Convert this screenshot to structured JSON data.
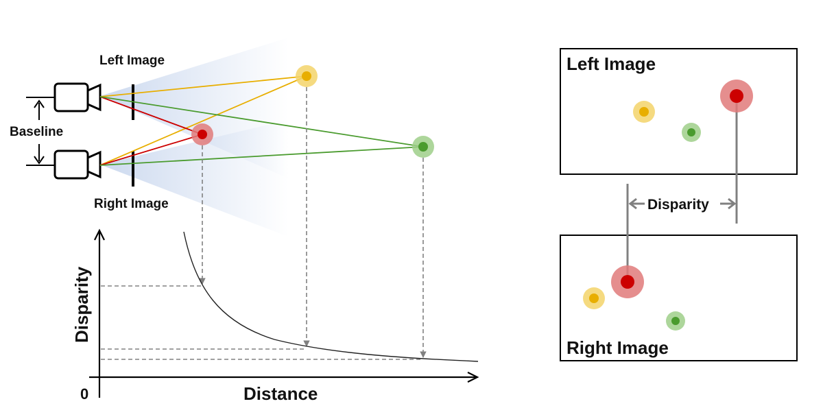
{
  "diagram": {
    "left_image_label": "Left Image",
    "right_image_label": "Right Image",
    "baseline_label": "Baseline",
    "disparity_label": "Disparity",
    "graph": {
      "y_axis_label": "Disparity",
      "x_axis_label": "Distance",
      "origin_label": "0"
    },
    "panels": {
      "left_title": "Left Image",
      "right_title": "Right Image"
    },
    "colors": {
      "red": "#cc0000",
      "red_halo": "#e07a7a",
      "yellow": "#e8ae00",
      "yellow_halo": "#f3d36a",
      "green": "#4a9b2e",
      "green_halo": "#9fcf8a",
      "frustum": "#c7d6ec",
      "line": "#000000",
      "guide": "#808080"
    }
  }
}
